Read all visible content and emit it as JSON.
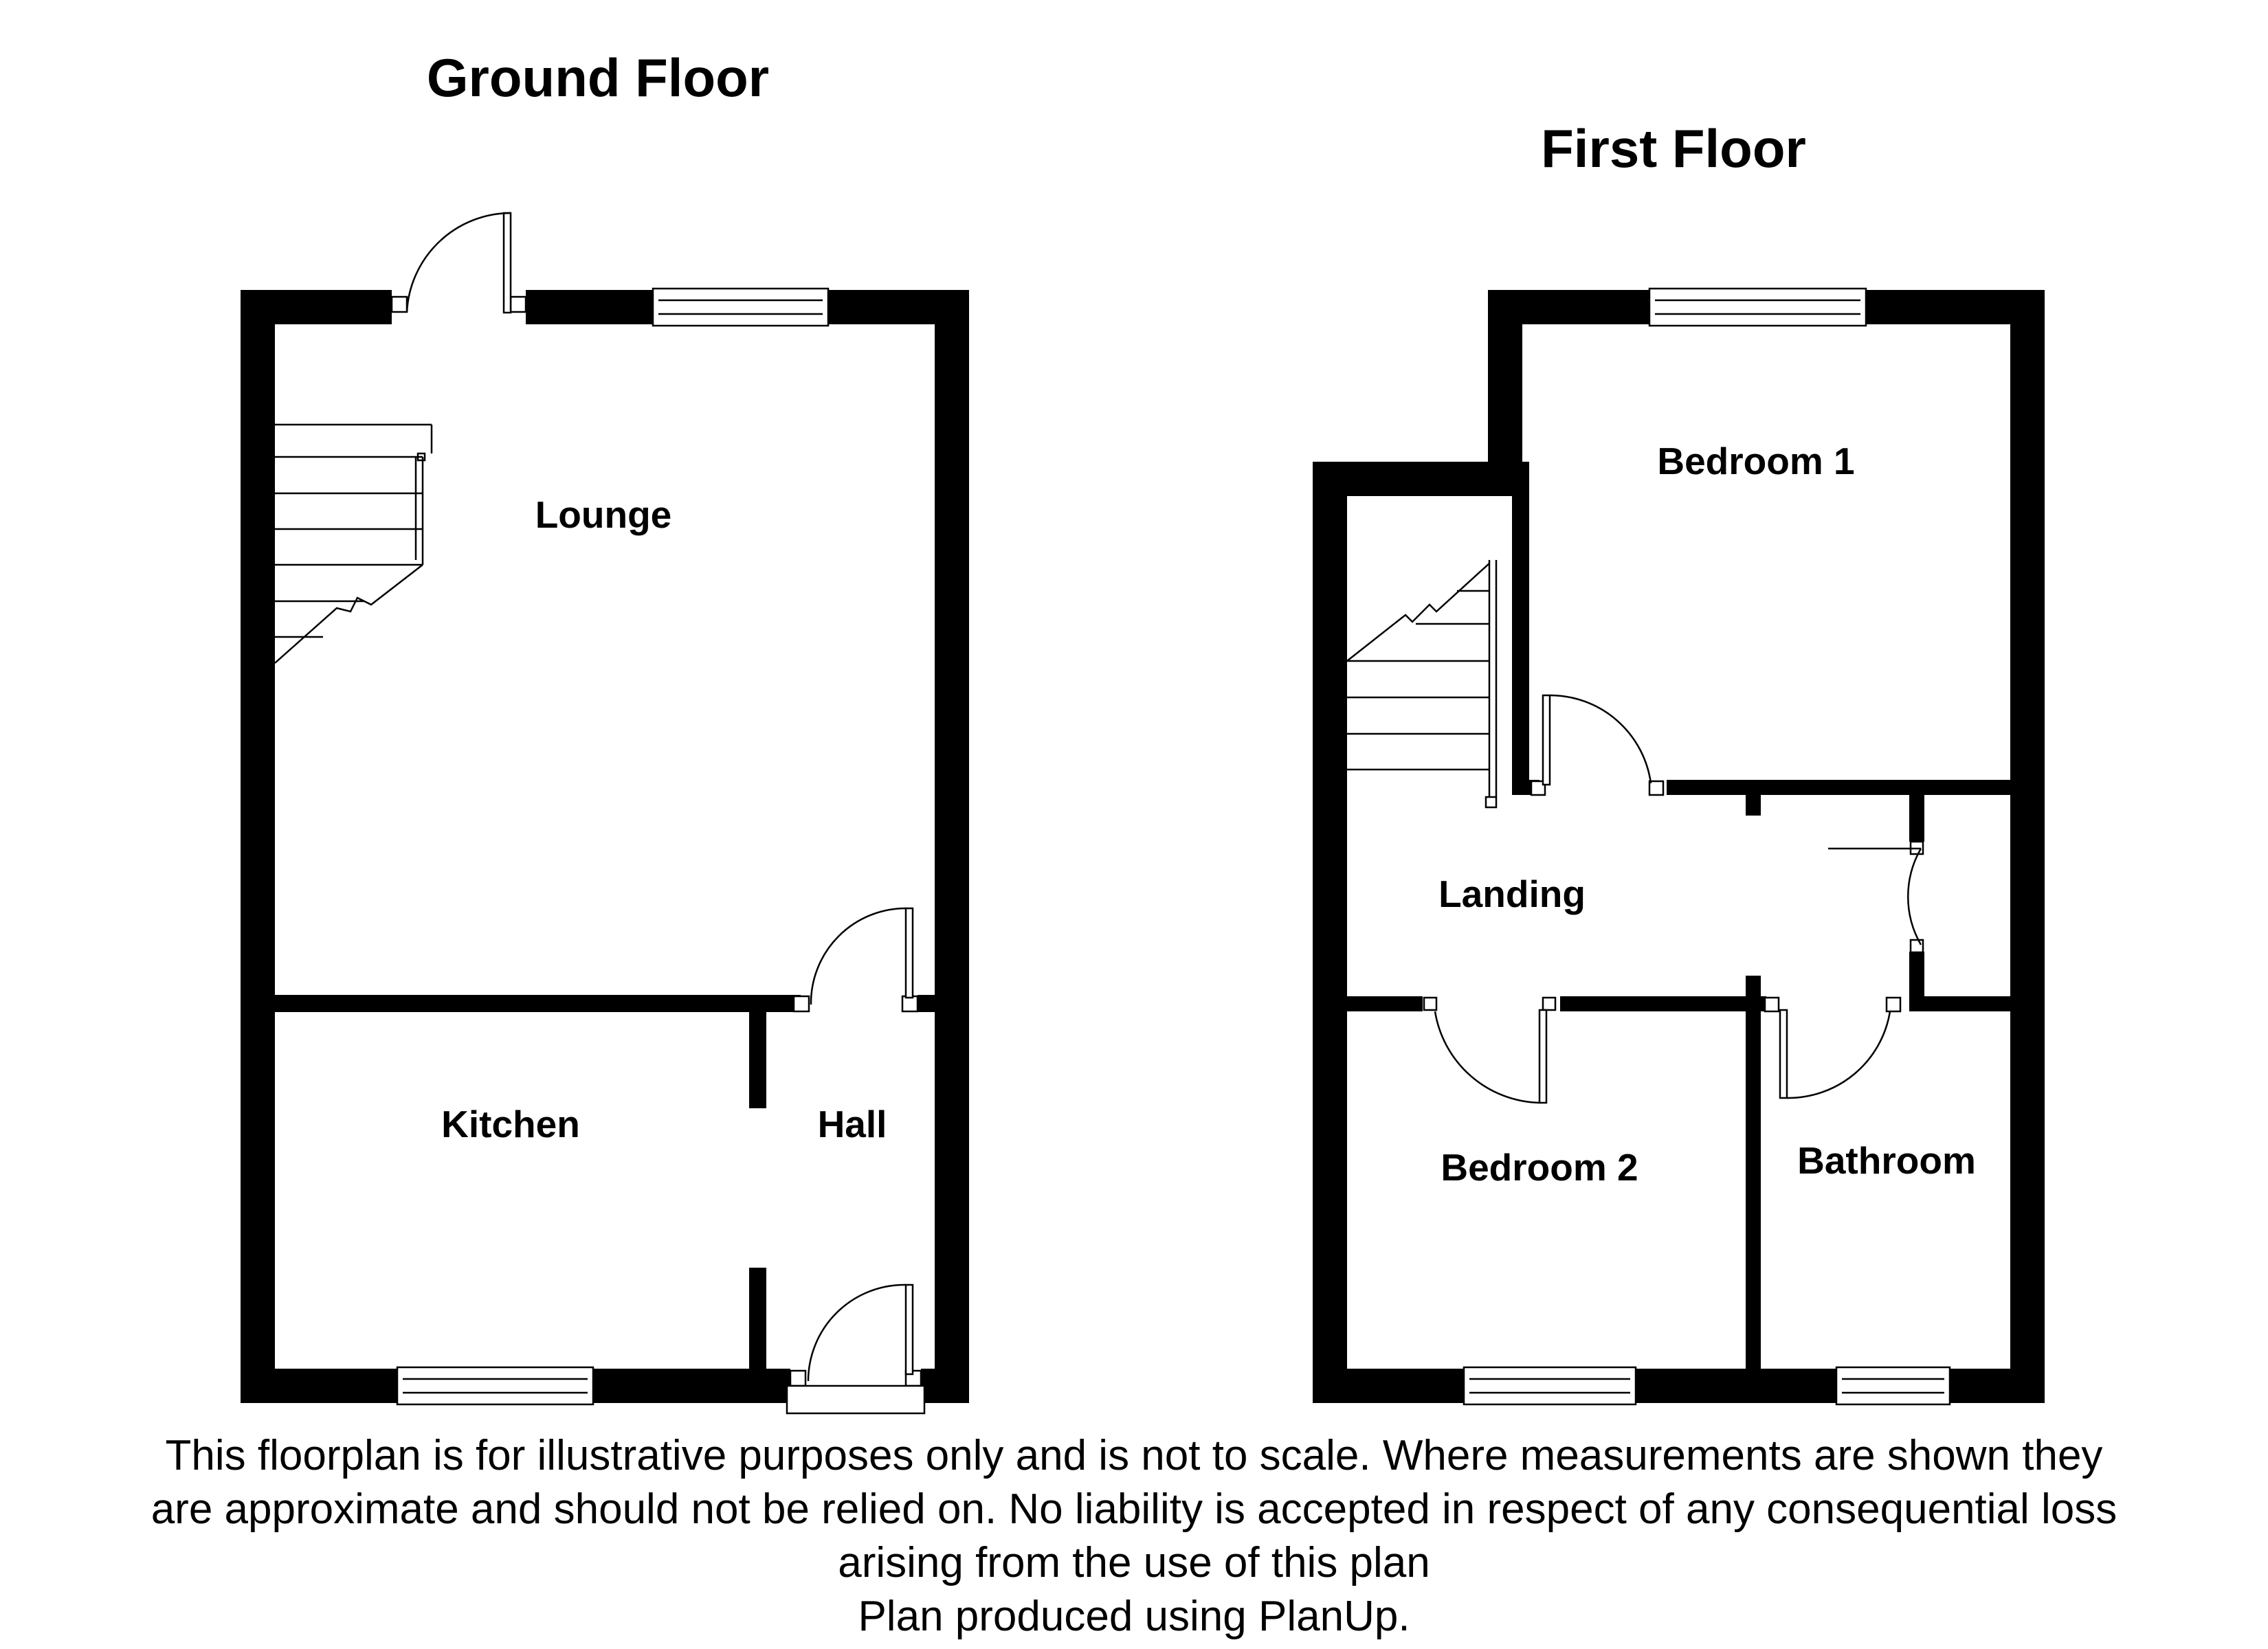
{
  "floors": {
    "ground": {
      "title": "Ground Floor",
      "rooms": {
        "lounge": "Lounge",
        "kitchen": "Kitchen",
        "hall": "Hall"
      }
    },
    "first": {
      "title": "First Floor",
      "rooms": {
        "bedroom1": "Bedroom 1",
        "landing": "Landing",
        "bedroom2": "Bedroom 2",
        "bathroom": "Bathroom"
      }
    }
  },
  "disclaimer": {
    "lines": [
      "This floorplan is for illustrative purposes only and is not to scale. Where measurements are shown they",
      "are approximate and should not be relied on. No liability is accepted in respect of any consequential loss",
      "arising from the use of this plan",
      "Plan produced using PlanUp."
    ]
  }
}
